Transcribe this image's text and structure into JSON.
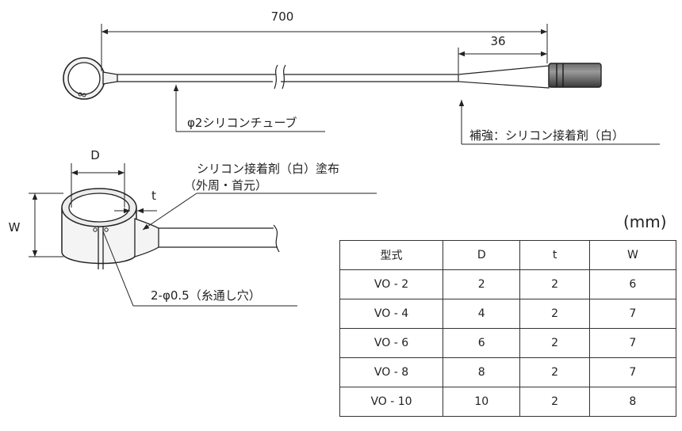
{
  "top_view": {
    "total_length": "700",
    "sleeve_length": "36",
    "tube_label": "φ2シリコンチューブ",
    "reinforce_label": "補強：シリコン接着剤（白）"
  },
  "detail_view": {
    "diameter_label": "D",
    "thickness_label": "t",
    "width_label": "W",
    "adhesive_label_line1": "シリコン接着剤（白）塗布",
    "adhesive_label_line2": "（外周・首元）",
    "hole_label": "2-φ0.5（糸通し穴）"
  },
  "unit": "(mm)",
  "table": {
    "headers": [
      "型式",
      "D",
      "t",
      "W"
    ],
    "rows": [
      [
        "VO - 2",
        "2",
        "2",
        "6"
      ],
      [
        "VO - 4",
        "4",
        "2",
        "7"
      ],
      [
        "VO - 6",
        "6",
        "2",
        "7"
      ],
      [
        "VO - 8",
        "8",
        "2",
        "7"
      ],
      [
        "VO - 10",
        "10",
        "2",
        "8"
      ]
    ]
  }
}
